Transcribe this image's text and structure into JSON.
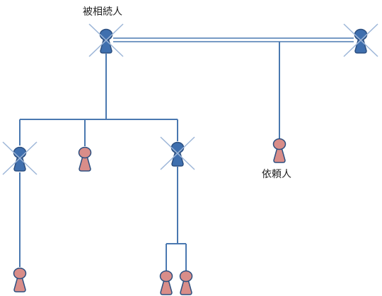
{
  "labels": {
    "decedent": "被相続人",
    "client": "依頼人"
  },
  "persons": [
    {
      "id": "decedent",
      "status": "deceased",
      "labeled": true
    },
    {
      "id": "spouse",
      "status": "deceased",
      "labeled": false
    },
    {
      "id": "client",
      "status": "living",
      "labeled": true
    },
    {
      "id": "child-1",
      "status": "deceased",
      "labeled": false
    },
    {
      "id": "child-2",
      "status": "living",
      "labeled": false
    },
    {
      "id": "child-3",
      "status": "deceased",
      "labeled": false
    },
    {
      "id": "grandchild-1",
      "status": "living",
      "labeled": false
    },
    {
      "id": "grandchild-2",
      "status": "living",
      "labeled": false
    },
    {
      "id": "grandchild-3",
      "status": "living",
      "labeled": false
    }
  ],
  "colors": {
    "line": "#4a78b0",
    "deceased_fill": "#3f6fae",
    "deceased_stroke": "#2c4f80",
    "living_fill": "#d98d89",
    "living_stroke": "#2c4f80",
    "cross": "#9db6d8"
  }
}
